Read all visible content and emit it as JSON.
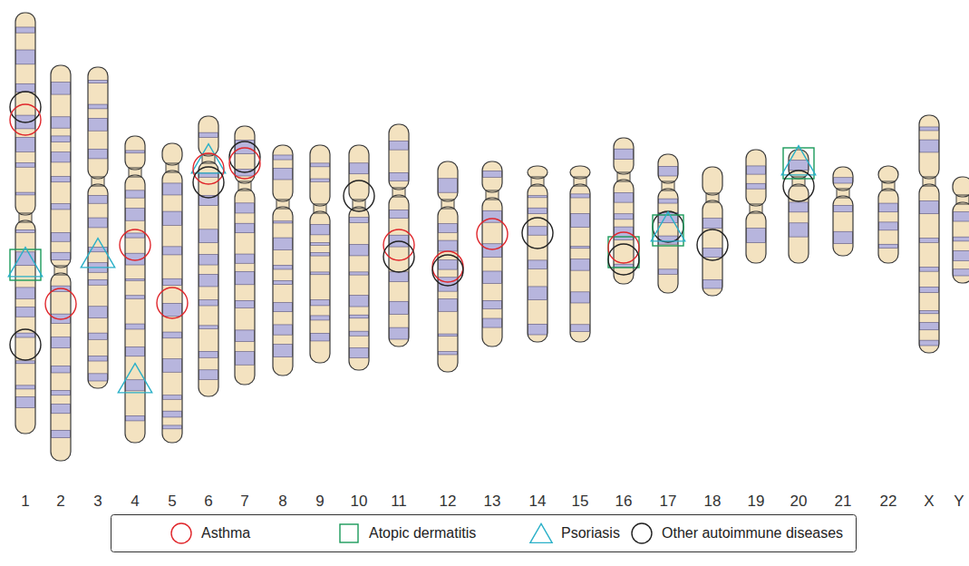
{
  "diagram": {
    "labels": [
      "1",
      "2",
      "3",
      "4",
      "5",
      "6",
      "7",
      "8",
      "9",
      "10",
      "11",
      "12",
      "13",
      "14",
      "15",
      "16",
      "17",
      "18",
      "19",
      "20",
      "21",
      "22",
      "X",
      "Y"
    ],
    "legend": [
      {
        "text": "Asthma"
      },
      {
        "text": "Atopic dermatitis"
      },
      {
        "text": "Psoriasis"
      },
      {
        "text": "Other autoimmune diseases"
      }
    ]
  }
}
